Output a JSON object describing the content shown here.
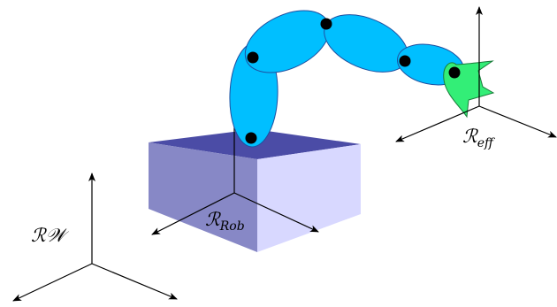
{
  "frames": {
    "world": {
      "script": "ℛ𝒲",
      "sub": ""
    },
    "robot": {
      "script": "ℛ",
      "sub": "Rob"
    },
    "effector": {
      "script": "ℛ",
      "sub": "eff"
    }
  },
  "colors": {
    "link_fill": "#00bfff",
    "link_stroke": "#1f4fa0",
    "joint": "#000000",
    "gripper_fill": "#33ee77",
    "gripper_stroke": "#1a7a3a",
    "base_top": "#4b4ca6",
    "base_front": "#8788c6",
    "base_side": "#d8d8ff",
    "axis": "#000000"
  },
  "icons": {
    "joints": "joint-dot-icon",
    "gripper": "gripper-icon",
    "axes": "arrow-icon"
  }
}
